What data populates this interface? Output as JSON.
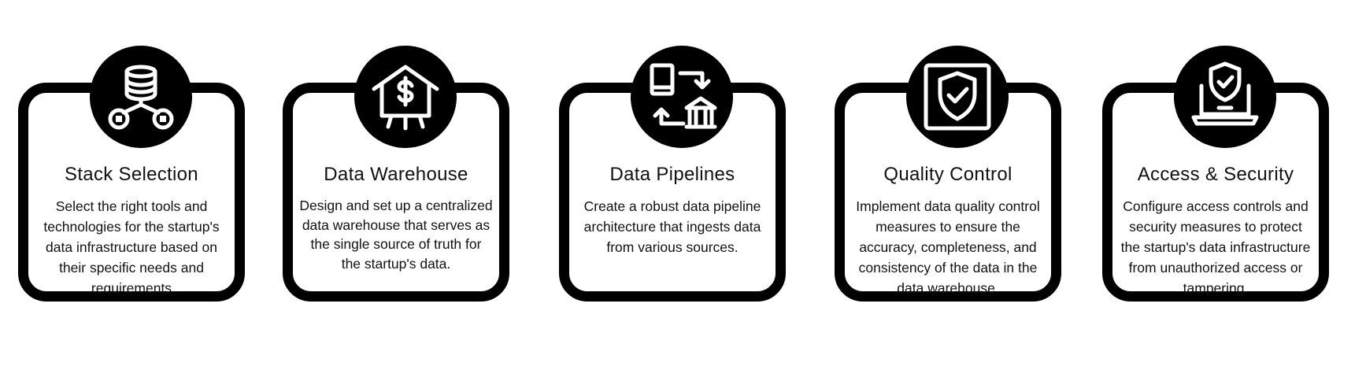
{
  "colors": {
    "card_border": "#000000",
    "badge_fill": "#000000",
    "icon": "#ffffff",
    "text": "#111111",
    "background": "#ffffff"
  },
  "cards": [
    {
      "icon": "database-network-icon",
      "title": "Stack Selection",
      "description": "Select the right tools and technologies for the startup's data infrastructure based on their specific needs and requirements"
    },
    {
      "icon": "house-dollar-icon",
      "title": "Data Warehouse",
      "description": "Design and set up a centralized data warehouse that serves as the single source of truth for the startup's data."
    },
    {
      "icon": "data-exchange-icon",
      "title": "Data Pipelines",
      "description": "Create a robust data pipeline architecture that ingests data from various sources."
    },
    {
      "icon": "shield-check-icon",
      "title": "Quality Control",
      "description": "Implement data quality control measures to ensure the accuracy, completeness, and consistency of the data in the data warehouse."
    },
    {
      "icon": "laptop-shield-icon",
      "title": "Access & Security",
      "description": "Configure access controls and security measures to protect the startup's data infrastructure from unauthorized access or tampering."
    }
  ]
}
